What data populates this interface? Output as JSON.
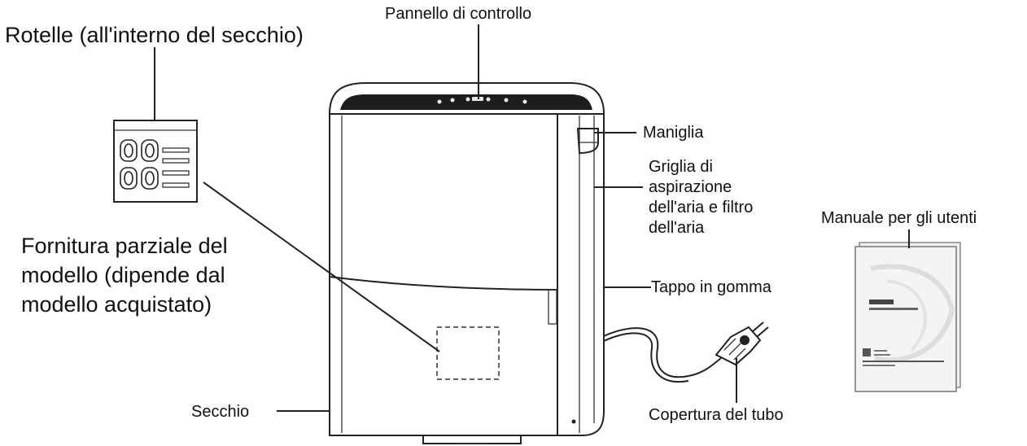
{
  "labels": {
    "control_panel": "Pannello di controllo",
    "wheels": "Rotelle (all'interno del secchio)",
    "handle": "Maniglia",
    "air_intake_line1": "Griglia di",
    "air_intake_line2": "aspirazione",
    "air_intake_line3": "dell'aria e filtro",
    "air_intake_line4": "dell'aria",
    "user_manual": "Manuale per gli utenti",
    "partial_supply_line1": "Fornitura parziale del",
    "partial_supply_line2": "modello (dipende dal",
    "partial_supply_line3": "modello acquistato)",
    "rubber_plug": "Tappo in gomma",
    "bucket": "Secchio",
    "hose_cover": "Copertura del tubo"
  },
  "icons": {
    "dehumidifier": "dehumidifier-icon",
    "wheels_pack": "wheels-icon",
    "plug": "plug-icon",
    "manual": "manual-booklet-icon"
  }
}
